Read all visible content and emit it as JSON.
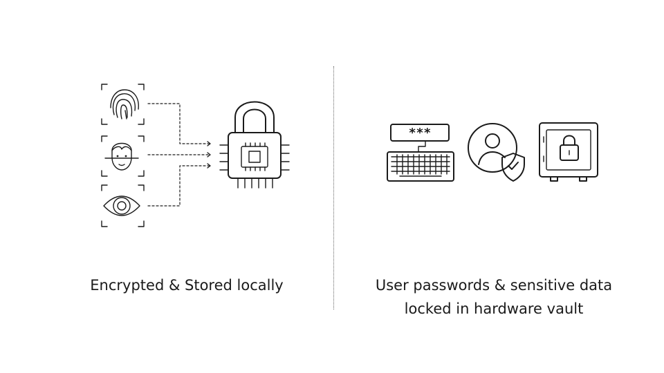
{
  "left_panel": {
    "caption": "Encrypted & Stored locally",
    "inputs": [
      "fingerprint-icon",
      "face-scan-icon",
      "eye-scan-icon"
    ],
    "target": "padlock-chip-icon"
  },
  "right_panel": {
    "caption_line1": "User passwords & sensitive data",
    "caption_line2": "locked in hardware vault",
    "password_mask": "***",
    "icons": [
      "keyboard-icon",
      "user-shield-icon",
      "safe-icon"
    ]
  },
  "colors": {
    "line": "#1a1a1a",
    "divider": "#666666",
    "background": "#ffffff"
  }
}
